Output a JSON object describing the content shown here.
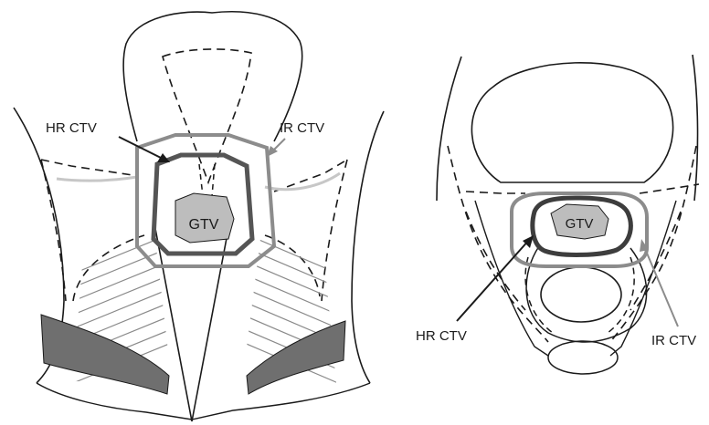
{
  "left_panel": {
    "labels": {
      "hr_ctv": "HR CTV",
      "ir_ctv": "IR CTV",
      "gtv": "GTV"
    }
  },
  "right_panel": {
    "labels": {
      "hr_ctv": "HR CTV",
      "ir_ctv": "IR CTV",
      "gtv": "GTV"
    }
  },
  "colors": {
    "outline": "#1a1a1a",
    "hr_ctv_contour": "#555555",
    "ir_ctv_contour": "#8c8c8c",
    "gtv_fill": "#bdbdbd",
    "muscle_band": "#6f6f6f"
  }
}
